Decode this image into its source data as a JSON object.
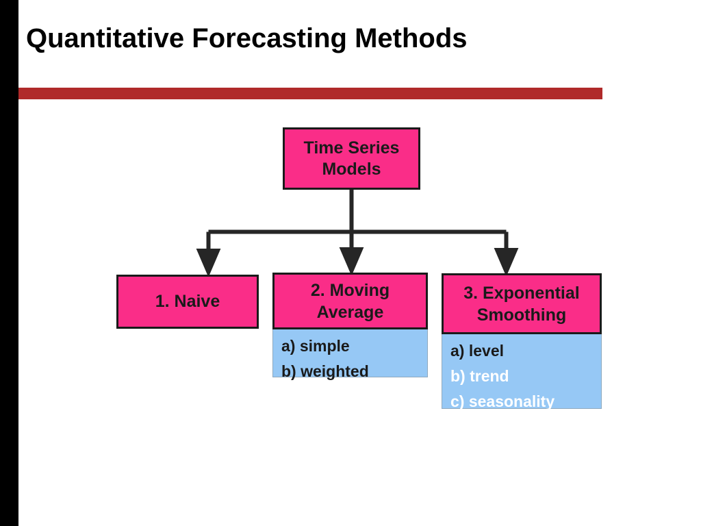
{
  "slide": {
    "title": "Quantitative Forecasting Methods",
    "accent_color": "#B02A2A",
    "band_color": "#000000",
    "background_color": "#FFFFFF",
    "node_fill_color": "#FA2D88",
    "node_border_color": "#1A1A1A",
    "subpanel_fill_color": "#96C8F5"
  },
  "diagram": {
    "root": {
      "label": "Time Series Models",
      "line1": "Time Series",
      "line2": "Models"
    },
    "children": [
      {
        "label": "1. Naive",
        "line1": "1. Naive",
        "line2": "",
        "details": []
      },
      {
        "label": "2. Moving Average",
        "line1": "2. Moving",
        "line2": "Average",
        "details": [
          {
            "text": "a) simple",
            "color": "dark"
          },
          {
            "text": "b) weighted",
            "color": "dark"
          }
        ]
      },
      {
        "label": "3. Exponential Smoothing",
        "line1": "3. Exponential",
        "line2": "Smoothing",
        "details": [
          {
            "text": "a) level",
            "color": "dark"
          },
          {
            "text": "b) trend",
            "color": "white"
          },
          {
            "text": "c) seasonality",
            "color": "white"
          }
        ]
      }
    ],
    "connector_color": "#262626"
  }
}
